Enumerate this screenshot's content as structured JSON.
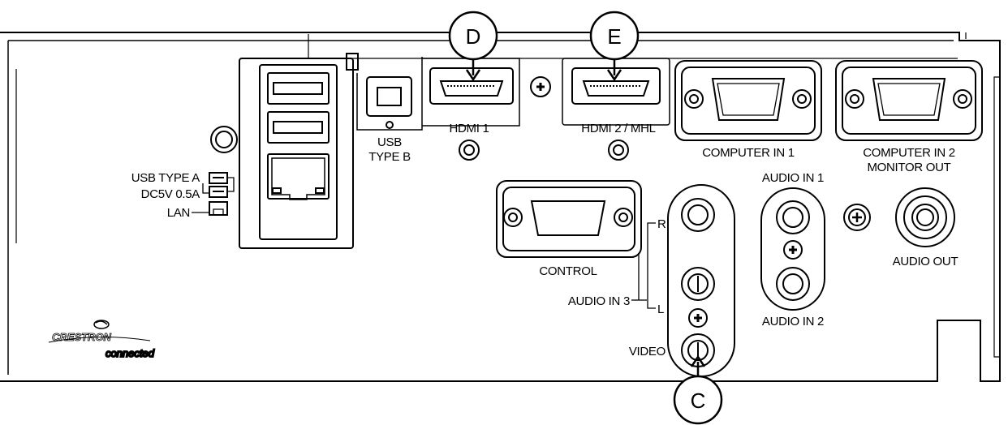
{
  "labels": {
    "hdmi1": "HDMI 1",
    "hdmi2": "HDMI 2 / MHL",
    "usb_b_1": "USB",
    "usb_b_2": "TYPE B",
    "computer_in_1": "COMPUTER IN 1",
    "computer_in_2_1": "COMPUTER IN 2",
    "computer_in_2_2": "MONITOR OUT",
    "usb_a_1": "USB TYPE A",
    "usb_a_2": "DC5V 0.5A",
    "lan": "LAN",
    "control": "CONTROL",
    "audio_in_1": "AUDIO IN 1",
    "audio_in_2": "AUDIO IN 2",
    "audio_in_3": "AUDIO IN 3",
    "audio_out": "AUDIO OUT",
    "r": "R",
    "l": "L",
    "video": "VIDEO"
  },
  "callouts": {
    "c": "C",
    "d": "D",
    "e": "E"
  },
  "brand": {
    "name": "CRESTRON",
    "sub": "connected"
  }
}
